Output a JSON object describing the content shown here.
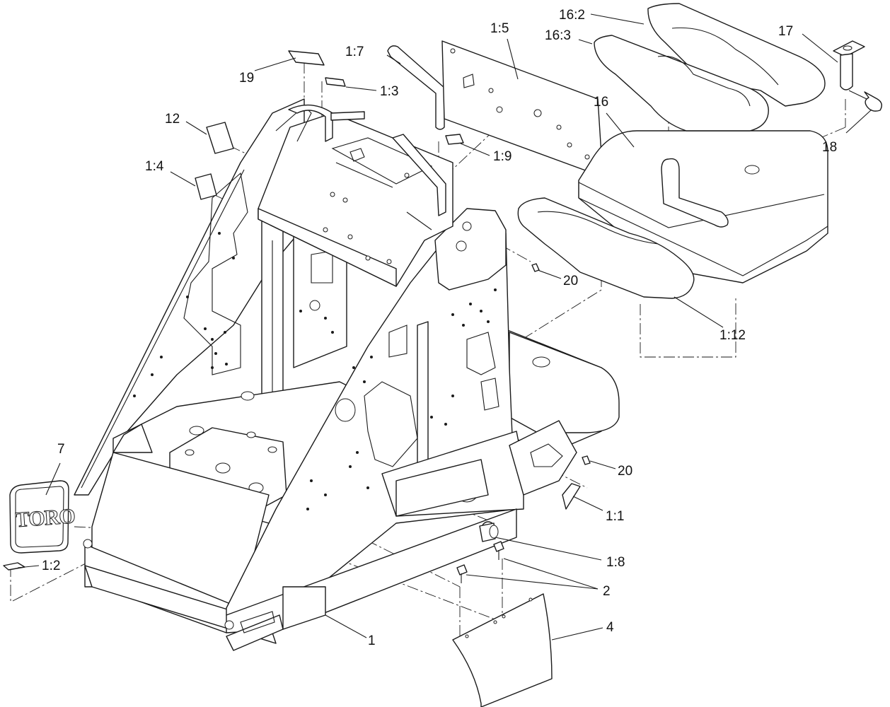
{
  "callouts": [
    {
      "id": "c-1",
      "text": "1"
    },
    {
      "id": "c-1-1",
      "text": "1:1"
    },
    {
      "id": "c-1-2",
      "text": "1:2"
    },
    {
      "id": "c-1-3",
      "text": "1:3"
    },
    {
      "id": "c-1-4",
      "text": "1:4"
    },
    {
      "id": "c-1-5",
      "text": "1:5"
    },
    {
      "id": "c-1-7",
      "text": "1:7"
    },
    {
      "id": "c-1-8",
      "text": "1:8"
    },
    {
      "id": "c-1-9",
      "text": "1:9"
    },
    {
      "id": "c-1-12",
      "text": "1:12"
    },
    {
      "id": "c-2",
      "text": "2"
    },
    {
      "id": "c-4",
      "text": "4"
    },
    {
      "id": "c-7",
      "text": "7"
    },
    {
      "id": "c-12",
      "text": "12"
    },
    {
      "id": "c-16",
      "text": "16"
    },
    {
      "id": "c-16-2",
      "text": "16:2"
    },
    {
      "id": "c-16-3",
      "text": "16:3"
    },
    {
      "id": "c-17",
      "text": "17"
    },
    {
      "id": "c-18",
      "text": "18"
    },
    {
      "id": "c-19",
      "text": "19"
    },
    {
      "id": "c-20a",
      "text": "20"
    },
    {
      "id": "c-20b",
      "text": "20"
    }
  ],
  "logo_text": "TORO",
  "colors": {
    "line": "#1a1a1a",
    "background": "#ffffff"
  }
}
